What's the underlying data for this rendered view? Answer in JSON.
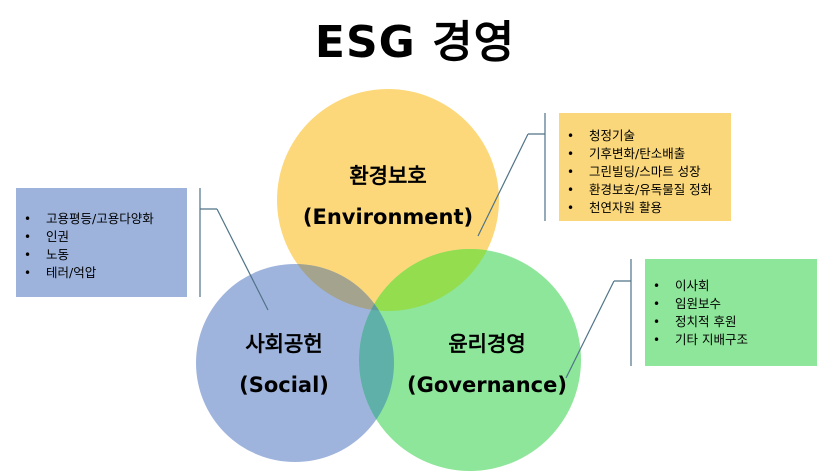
{
  "title": "ESG 경영",
  "circles": {
    "environment": {
      "name": "환경보호",
      "subtitle": "(Environment)",
      "color": "#fdd87a"
    },
    "social": {
      "name": "사회공헌",
      "subtitle": "(Social)",
      "color": "#9db3dc"
    },
    "governance": {
      "name": "윤리경영",
      "subtitle": "(Governance)",
      "color": "#8ee69a"
    }
  },
  "boxes": {
    "social": {
      "items": [
        "고용평등/고용다양화",
        "인권",
        "노동",
        "테러/억압"
      ]
    },
    "environment": {
      "items": [
        "청정기술",
        "기후변화/탄소배출",
        "그린빌딩/스마트 성장",
        "환경보호/유독물질 정화",
        "천연자원 활용"
      ]
    },
    "governance": {
      "items": [
        "이사회",
        "임원보수",
        "정치적 후원",
        "기타 지배구조"
      ]
    }
  },
  "connector_color": "#4f7388"
}
